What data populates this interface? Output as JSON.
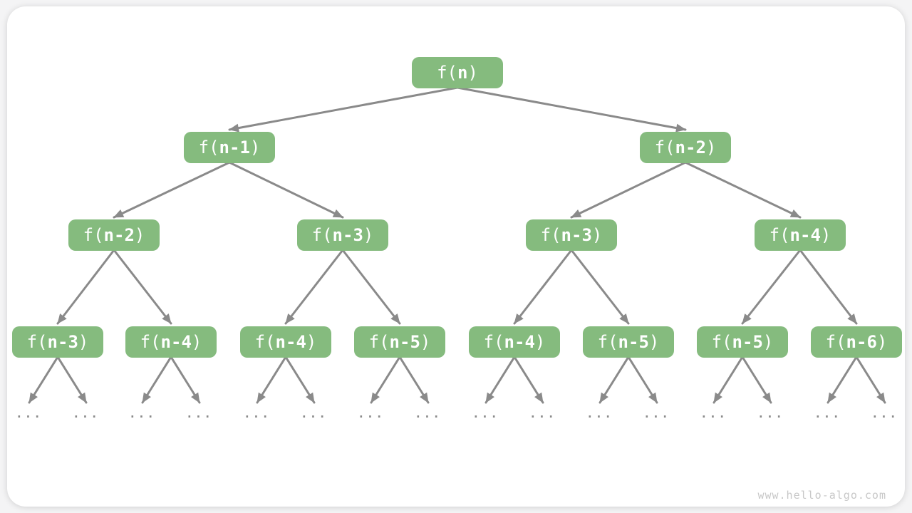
{
  "theme": {
    "page_bg": "#f4f4f5",
    "card_bg": "#ffffff",
    "node_green": "#85bb7e",
    "node_text": "#ffffff",
    "arrow_gray": "#8a8a8a",
    "watermark_gray": "#c8c8c8"
  },
  "watermark": "www.hello-algo.com",
  "leaf_ellipsis": "...",
  "diagram": {
    "type": "recursion-tree",
    "nodes": [
      {
        "label": "f(n)",
        "open": "f(",
        "arg": "n",
        "close": ")",
        "level": 1
      },
      {
        "label": "f(n-1)",
        "open": "f(",
        "arg": "n-1",
        "close": ")",
        "level": 2
      },
      {
        "label": "f(n-2)",
        "open": "f(",
        "arg": "n-2",
        "close": ")",
        "level": 2
      },
      {
        "label": "f(n-2)",
        "open": "f(",
        "arg": "n-2",
        "close": ")",
        "level": 3
      },
      {
        "label": "f(n-3)",
        "open": "f(",
        "arg": "n-3",
        "close": ")",
        "level": 3
      },
      {
        "label": "f(n-3)",
        "open": "f(",
        "arg": "n-3",
        "close": ")",
        "level": 3
      },
      {
        "label": "f(n-4)",
        "open": "f(",
        "arg": "n-4",
        "close": ")",
        "level": 3
      },
      {
        "label": "f(n-3)",
        "open": "f(",
        "arg": "n-3",
        "close": ")",
        "level": 4
      },
      {
        "label": "f(n-4)",
        "open": "f(",
        "arg": "n-4",
        "close": ")",
        "level": 4
      },
      {
        "label": "f(n-4)",
        "open": "f(",
        "arg": "n-4",
        "close": ")",
        "level": 4
      },
      {
        "label": "f(n-5)",
        "open": "f(",
        "arg": "n-5",
        "close": ")",
        "level": 4
      },
      {
        "label": "f(n-4)",
        "open": "f(",
        "arg": "n-4",
        "close": ")",
        "level": 4
      },
      {
        "label": "f(n-5)",
        "open": "f(",
        "arg": "n-5",
        "close": ")",
        "level": 4
      },
      {
        "label": "f(n-5)",
        "open": "f(",
        "arg": "n-5",
        "close": ")",
        "level": 4
      },
      {
        "label": "f(n-6)",
        "open": "f(",
        "arg": "n-6",
        "close": ")",
        "level": 4
      }
    ],
    "edges": [
      [
        0,
        1
      ],
      [
        0,
        2
      ],
      [
        1,
        3
      ],
      [
        1,
        4
      ],
      [
        2,
        5
      ],
      [
        2,
        6
      ],
      [
        3,
        7
      ],
      [
        3,
        8
      ],
      [
        4,
        9
      ],
      [
        4,
        10
      ],
      [
        5,
        11
      ],
      [
        5,
        12
      ],
      [
        6,
        13
      ],
      [
        6,
        14
      ]
    ],
    "leaf_children_per_level4_node": 2
  }
}
